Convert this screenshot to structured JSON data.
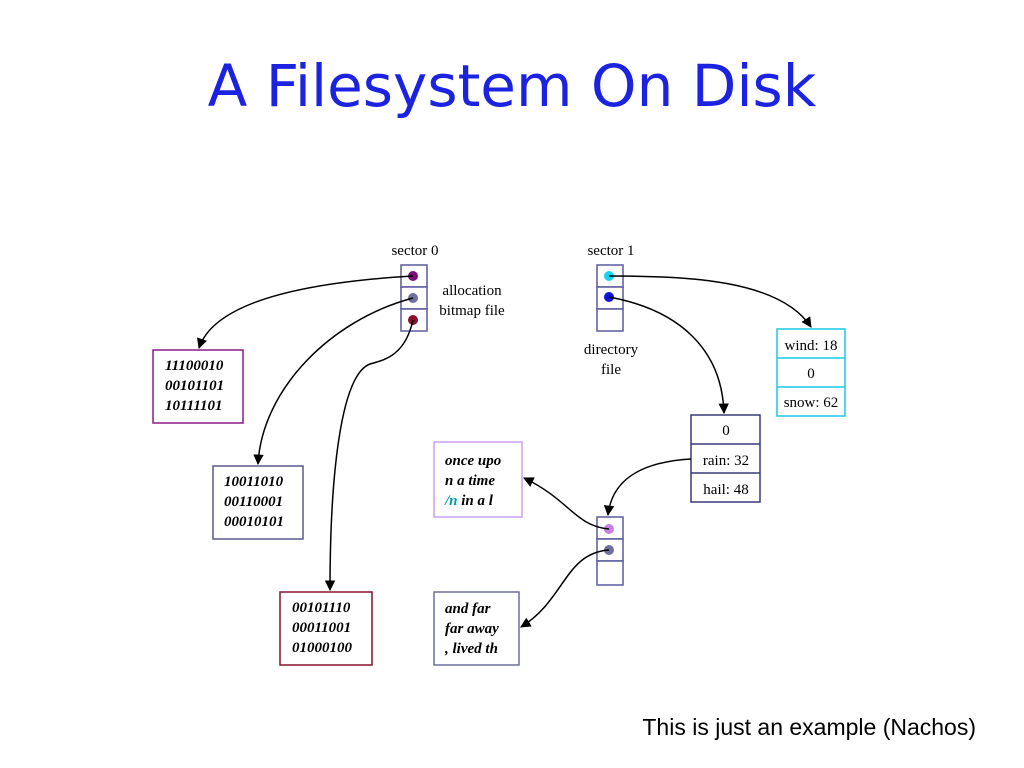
{
  "title": "A Filesystem On Disk",
  "footer": "This is just an example (Nachos)",
  "labels": {
    "sector0": "sector 0",
    "sector1": "sector 1",
    "alloc_line1": "allocation",
    "alloc_line2": "bitmap file",
    "dir_line1": "directory",
    "dir_line2": "file"
  },
  "bitmap_blocks": [
    [
      "11100010",
      "00101101",
      "10111101"
    ],
    [
      "10011010",
      "00110001",
      "00010101"
    ],
    [
      "00101110",
      "00011001",
      "01000100"
    ]
  ],
  "directory_blocks": {
    "right": [
      "wind: 18",
      "0",
      "snow: 62"
    ],
    "middle": [
      "0",
      "rain: 32",
      "hail: 48"
    ]
  },
  "text_blocks": {
    "top": [
      "once upo",
      "n a time",
      "/n",
      " in a l"
    ],
    "bottom": [
      "and far",
      "far away",
      ", lived th"
    ]
  },
  "colors": {
    "title": "#1b23e0",
    "dot_purple": "#7a0a7a",
    "dot_slate": "#6f6f9e",
    "dot_maroon": "#8b1030",
    "dot_cyan": "#19d4ef",
    "dot_blue": "#1212d8",
    "dot_lavender": "#c77ee6",
    "newline": "#00a0a0"
  }
}
